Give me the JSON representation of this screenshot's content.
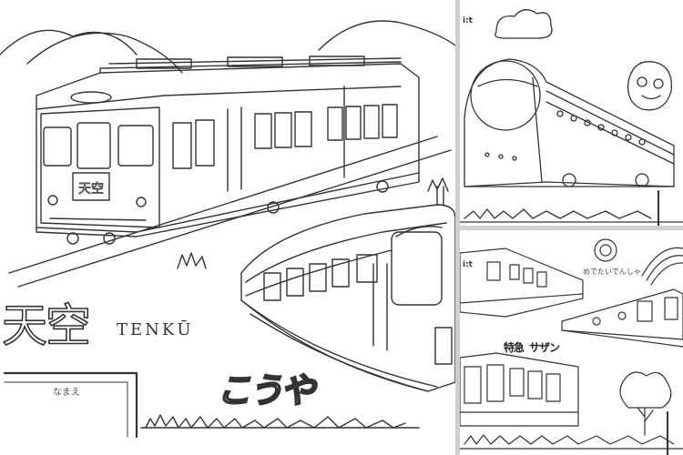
{
  "panels": {
    "main": {
      "title_kanji": "天空",
      "title_latin": "TENKŪ",
      "name_label": "なまえ",
      "koya_title": "こうや"
    },
    "top_right": {
      "corner_mark": "i:t"
    },
    "bottom_right": {
      "medetai_label": "めでたいでんしゃ",
      "tokkyu_label": "特急",
      "southern_label": "サザン",
      "corner_mark": "i:t"
    }
  },
  "colors": {
    "line": "#333333",
    "separator": "#cfcfcf",
    "background": "#ffffff"
  }
}
